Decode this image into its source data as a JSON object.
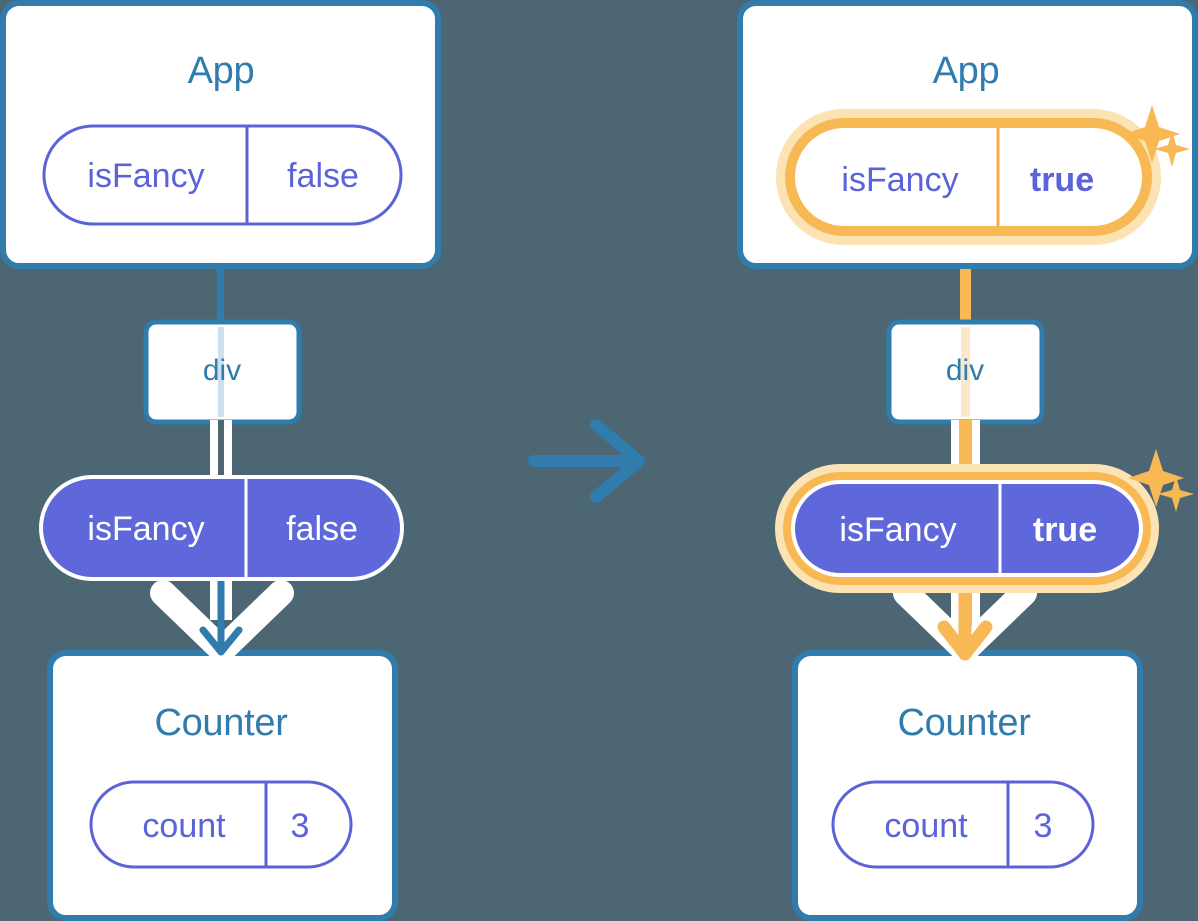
{
  "background_color": "#4d6673",
  "colors": {
    "card_border": "#2f7cad",
    "card_fill": "#ffffff",
    "title_blue": "#2f7cad",
    "pill_purple": "#5b63d8",
    "pill_purple_fill": "#5f68da",
    "highlight_orange": "#f8b955",
    "highlight_glow": "#fce3b4",
    "white": "#ffffff"
  },
  "diagram": {
    "type": "react-state-propagation-diagram",
    "transition_arrow": {
      "name": "transition-arrow",
      "direction": "right",
      "color": "#2f7cad"
    },
    "panels": [
      {
        "id": "before",
        "side": "left",
        "highlighted": false,
        "root": {
          "title": "App",
          "pill": {
            "key": "isFancy",
            "value": "false",
            "style": "outline",
            "highlighted": false,
            "bold_value": false
          }
        },
        "node": {
          "label": "div"
        },
        "prop_pill": {
          "key": "isFancy",
          "value": "false",
          "style": "filled",
          "highlighted": false,
          "bold_value": false
        },
        "leaf": {
          "title": "Counter",
          "pill": {
            "key": "count",
            "value": "3",
            "style": "outline",
            "highlighted": false,
            "bold_value": false
          }
        },
        "connector_color": "#2f7cad",
        "sparkles": false
      },
      {
        "id": "after",
        "side": "right",
        "highlighted": true,
        "root": {
          "title": "App",
          "pill": {
            "key": "isFancy",
            "value": "true",
            "style": "outline",
            "highlighted": true,
            "bold_value": true
          }
        },
        "node": {
          "label": "div"
        },
        "prop_pill": {
          "key": "isFancy",
          "value": "true",
          "style": "filled",
          "highlighted": true,
          "bold_value": true
        },
        "leaf": {
          "title": "Counter",
          "pill": {
            "key": "count",
            "value": "3",
            "style": "outline",
            "highlighted": false,
            "bold_value": false
          }
        },
        "connector_color": "#f8b955",
        "sparkles": true
      }
    ],
    "sparkle_groups": [
      {
        "name": "sparkle-root",
        "color": "#f8b955"
      },
      {
        "name": "sparkle-prop",
        "color": "#f8b955"
      }
    ]
  }
}
